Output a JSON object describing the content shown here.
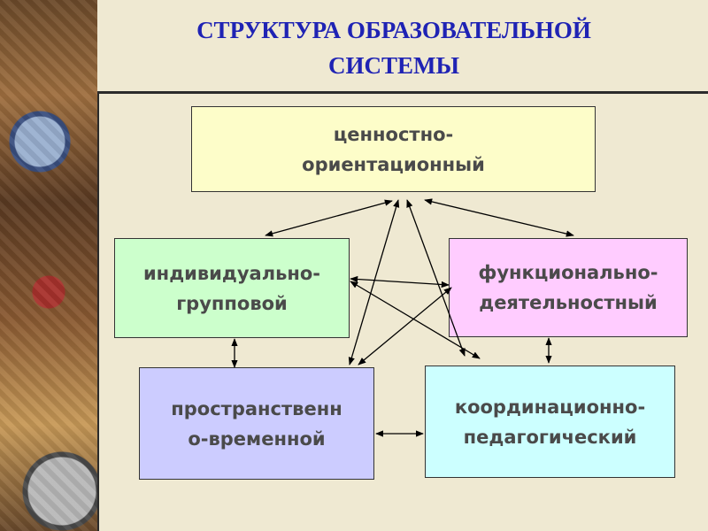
{
  "title": {
    "line1": "СТРУКТУРА ОБРАЗОВАТЕЛЬНОЙ",
    "line2": "СИСТЕМЫ"
  },
  "boxes": {
    "values": {
      "line1": "ценностно-",
      "line2": "ориентационный",
      "color": "#fdfdc9"
    },
    "individual": {
      "line1": "индивидуально-",
      "line2": "групповой",
      "color": "#ccffcc"
    },
    "functional": {
      "line1": "функционально-",
      "line2": "деятельностный",
      "color": "#ffccff"
    },
    "spatial": {
      "line1": "пространственн",
      "line2": "о-временной",
      "color": "#ccccff"
    },
    "coordination": {
      "line1": "координационно-",
      "line2": "педагогический",
      "color": "#ccffff"
    }
  },
  "colors": {
    "title": "#1f23b4",
    "text": "#4a4a4a",
    "background": "#efe9d2"
  }
}
